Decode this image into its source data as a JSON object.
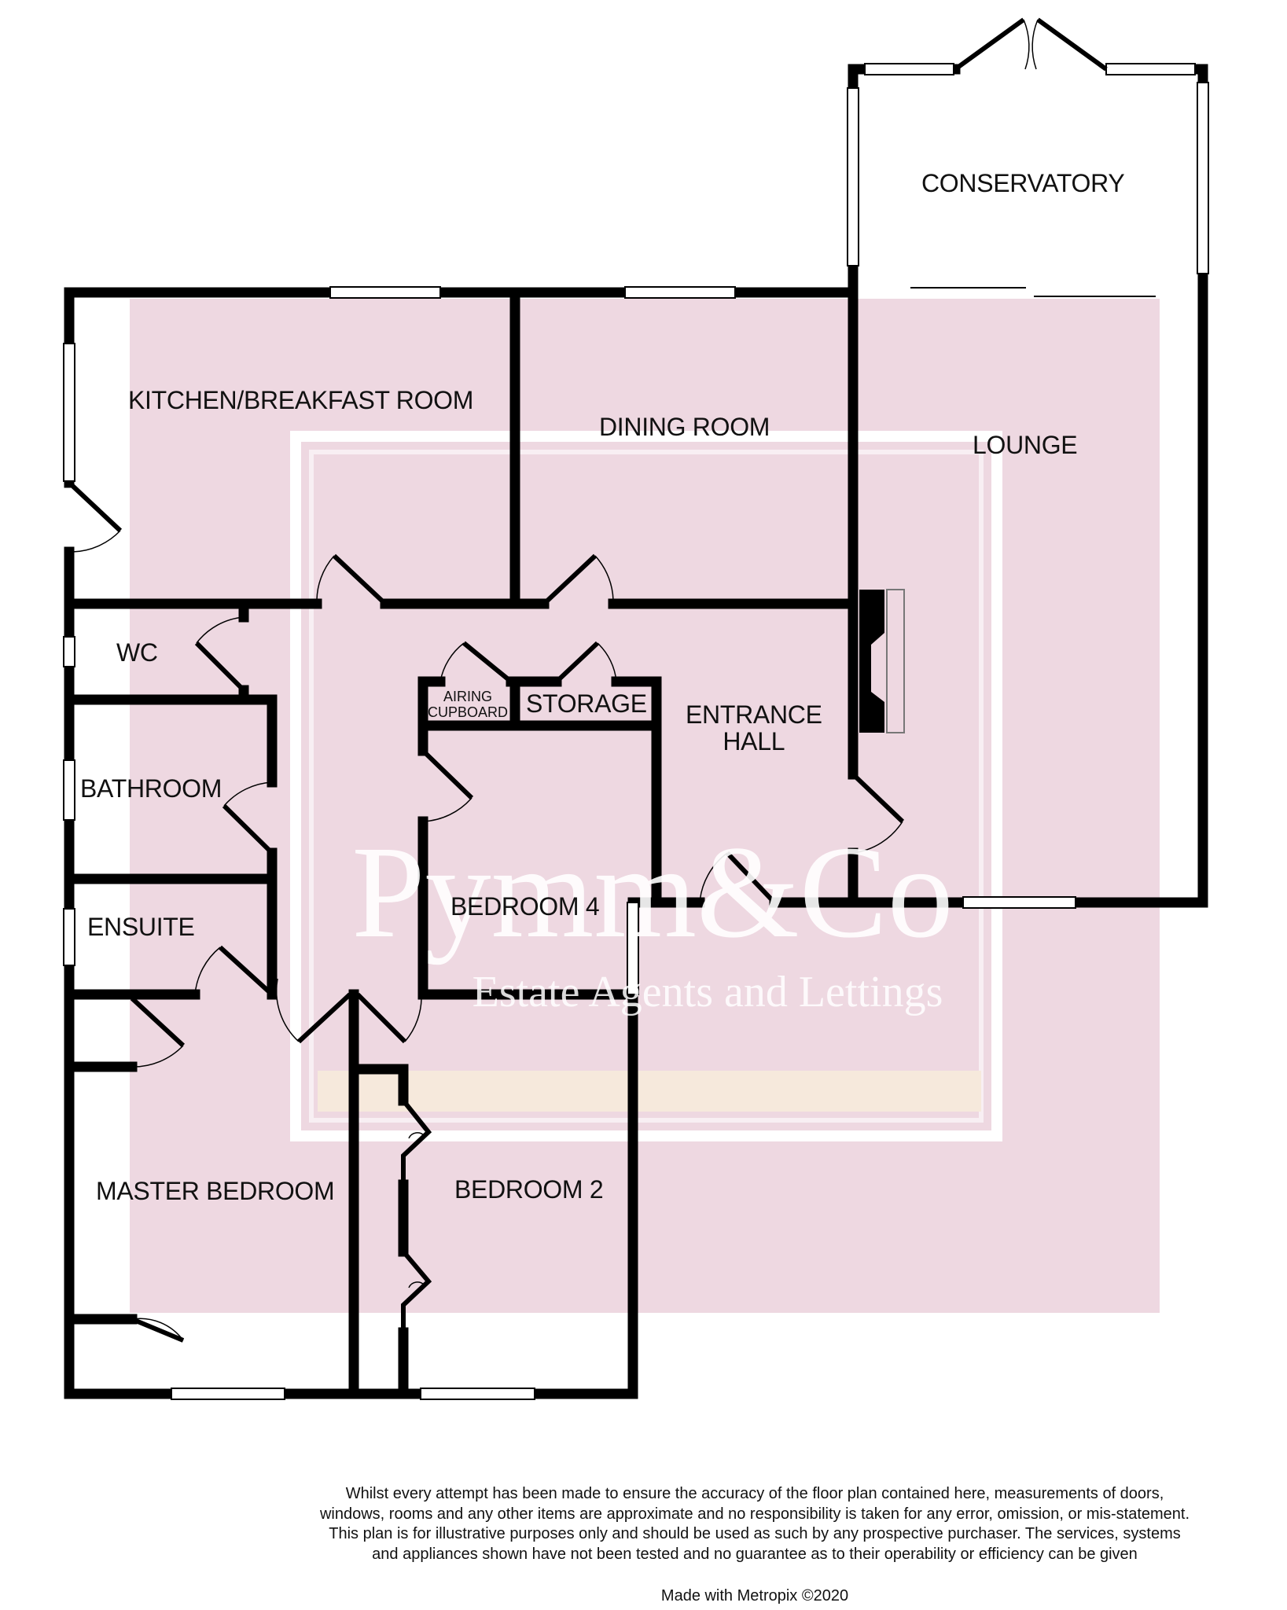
{
  "colors": {
    "room_fill": "#eed8e1",
    "wall": "#000000",
    "window_frame": "#000000",
    "watermark_frame": "#ffffff",
    "watermark_accent": "#f6e9dc"
  },
  "rooms": {
    "conservatory": "CONSERVATORY",
    "kitchen": "KITCHEN/BREAKFAST ROOM",
    "dining": "DINING ROOM",
    "lounge": "LOUNGE",
    "wc": "WC",
    "airing_line1": "AIRING",
    "airing_line2": "CUPBOARD",
    "storage": "STORAGE",
    "entrance_line1": "ENTRANCE",
    "entrance_line2": "HALL",
    "bathroom": "BATHROOM",
    "bedroom4": "BEDROOM 4",
    "ensuite": "ENSUITE",
    "master": "MASTER BEDROOM",
    "bedroom2": "BEDROOM 2"
  },
  "watermark": {
    "name": "Pymm&Co",
    "tagline": "Estate Agents and Lettings"
  },
  "disclaimer": "Whilst every attempt has been made to ensure the accuracy of the floor plan contained here, measurements of doors, windows, rooms and any other items are approximate and no responsibility is taken for any error, omission, or mis-statement. This plan is for illustrative purposes only and should be used as such by any prospective purchaser. The services, systems and appliances shown have not been tested and no guarantee as to their operability or efficiency can be given",
  "credit": "Made with Metropix ©2020"
}
